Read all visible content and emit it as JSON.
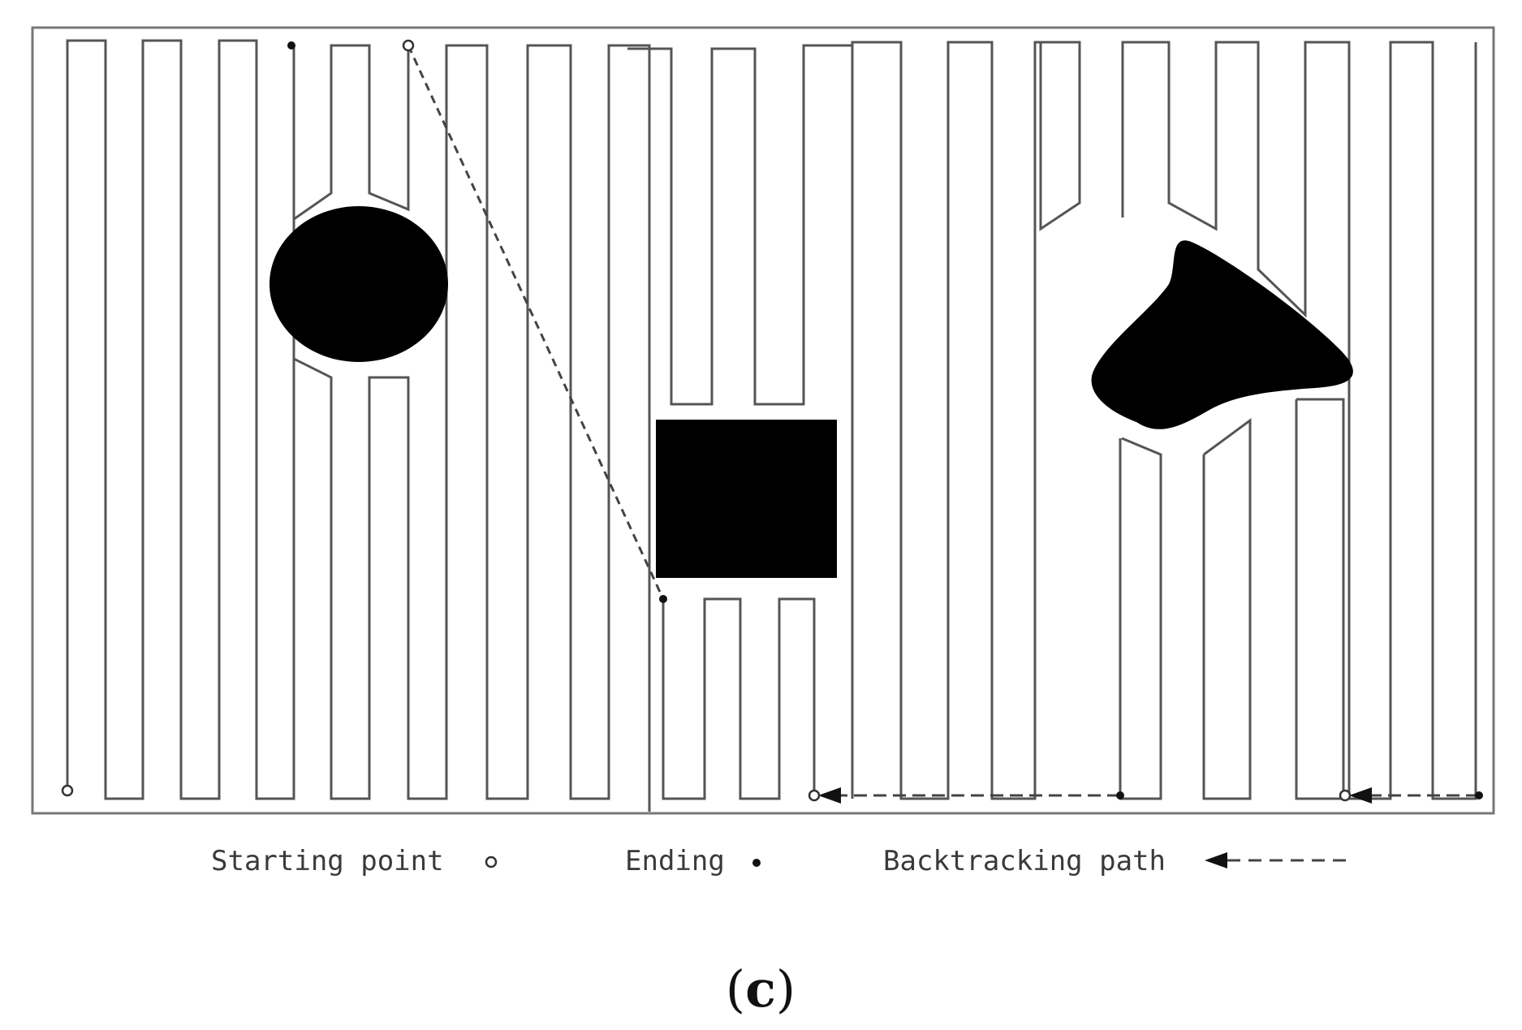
{
  "legend": {
    "start_label": "Starting point",
    "end_label": "Ending",
    "backtrack_label": "Backtracking path"
  },
  "caption": {
    "open": "(",
    "letter": "c",
    "close": ")"
  },
  "colors": {
    "path": "#555555",
    "obstacle": "#000000",
    "border": "#777777",
    "text": "#3a3a3a"
  }
}
